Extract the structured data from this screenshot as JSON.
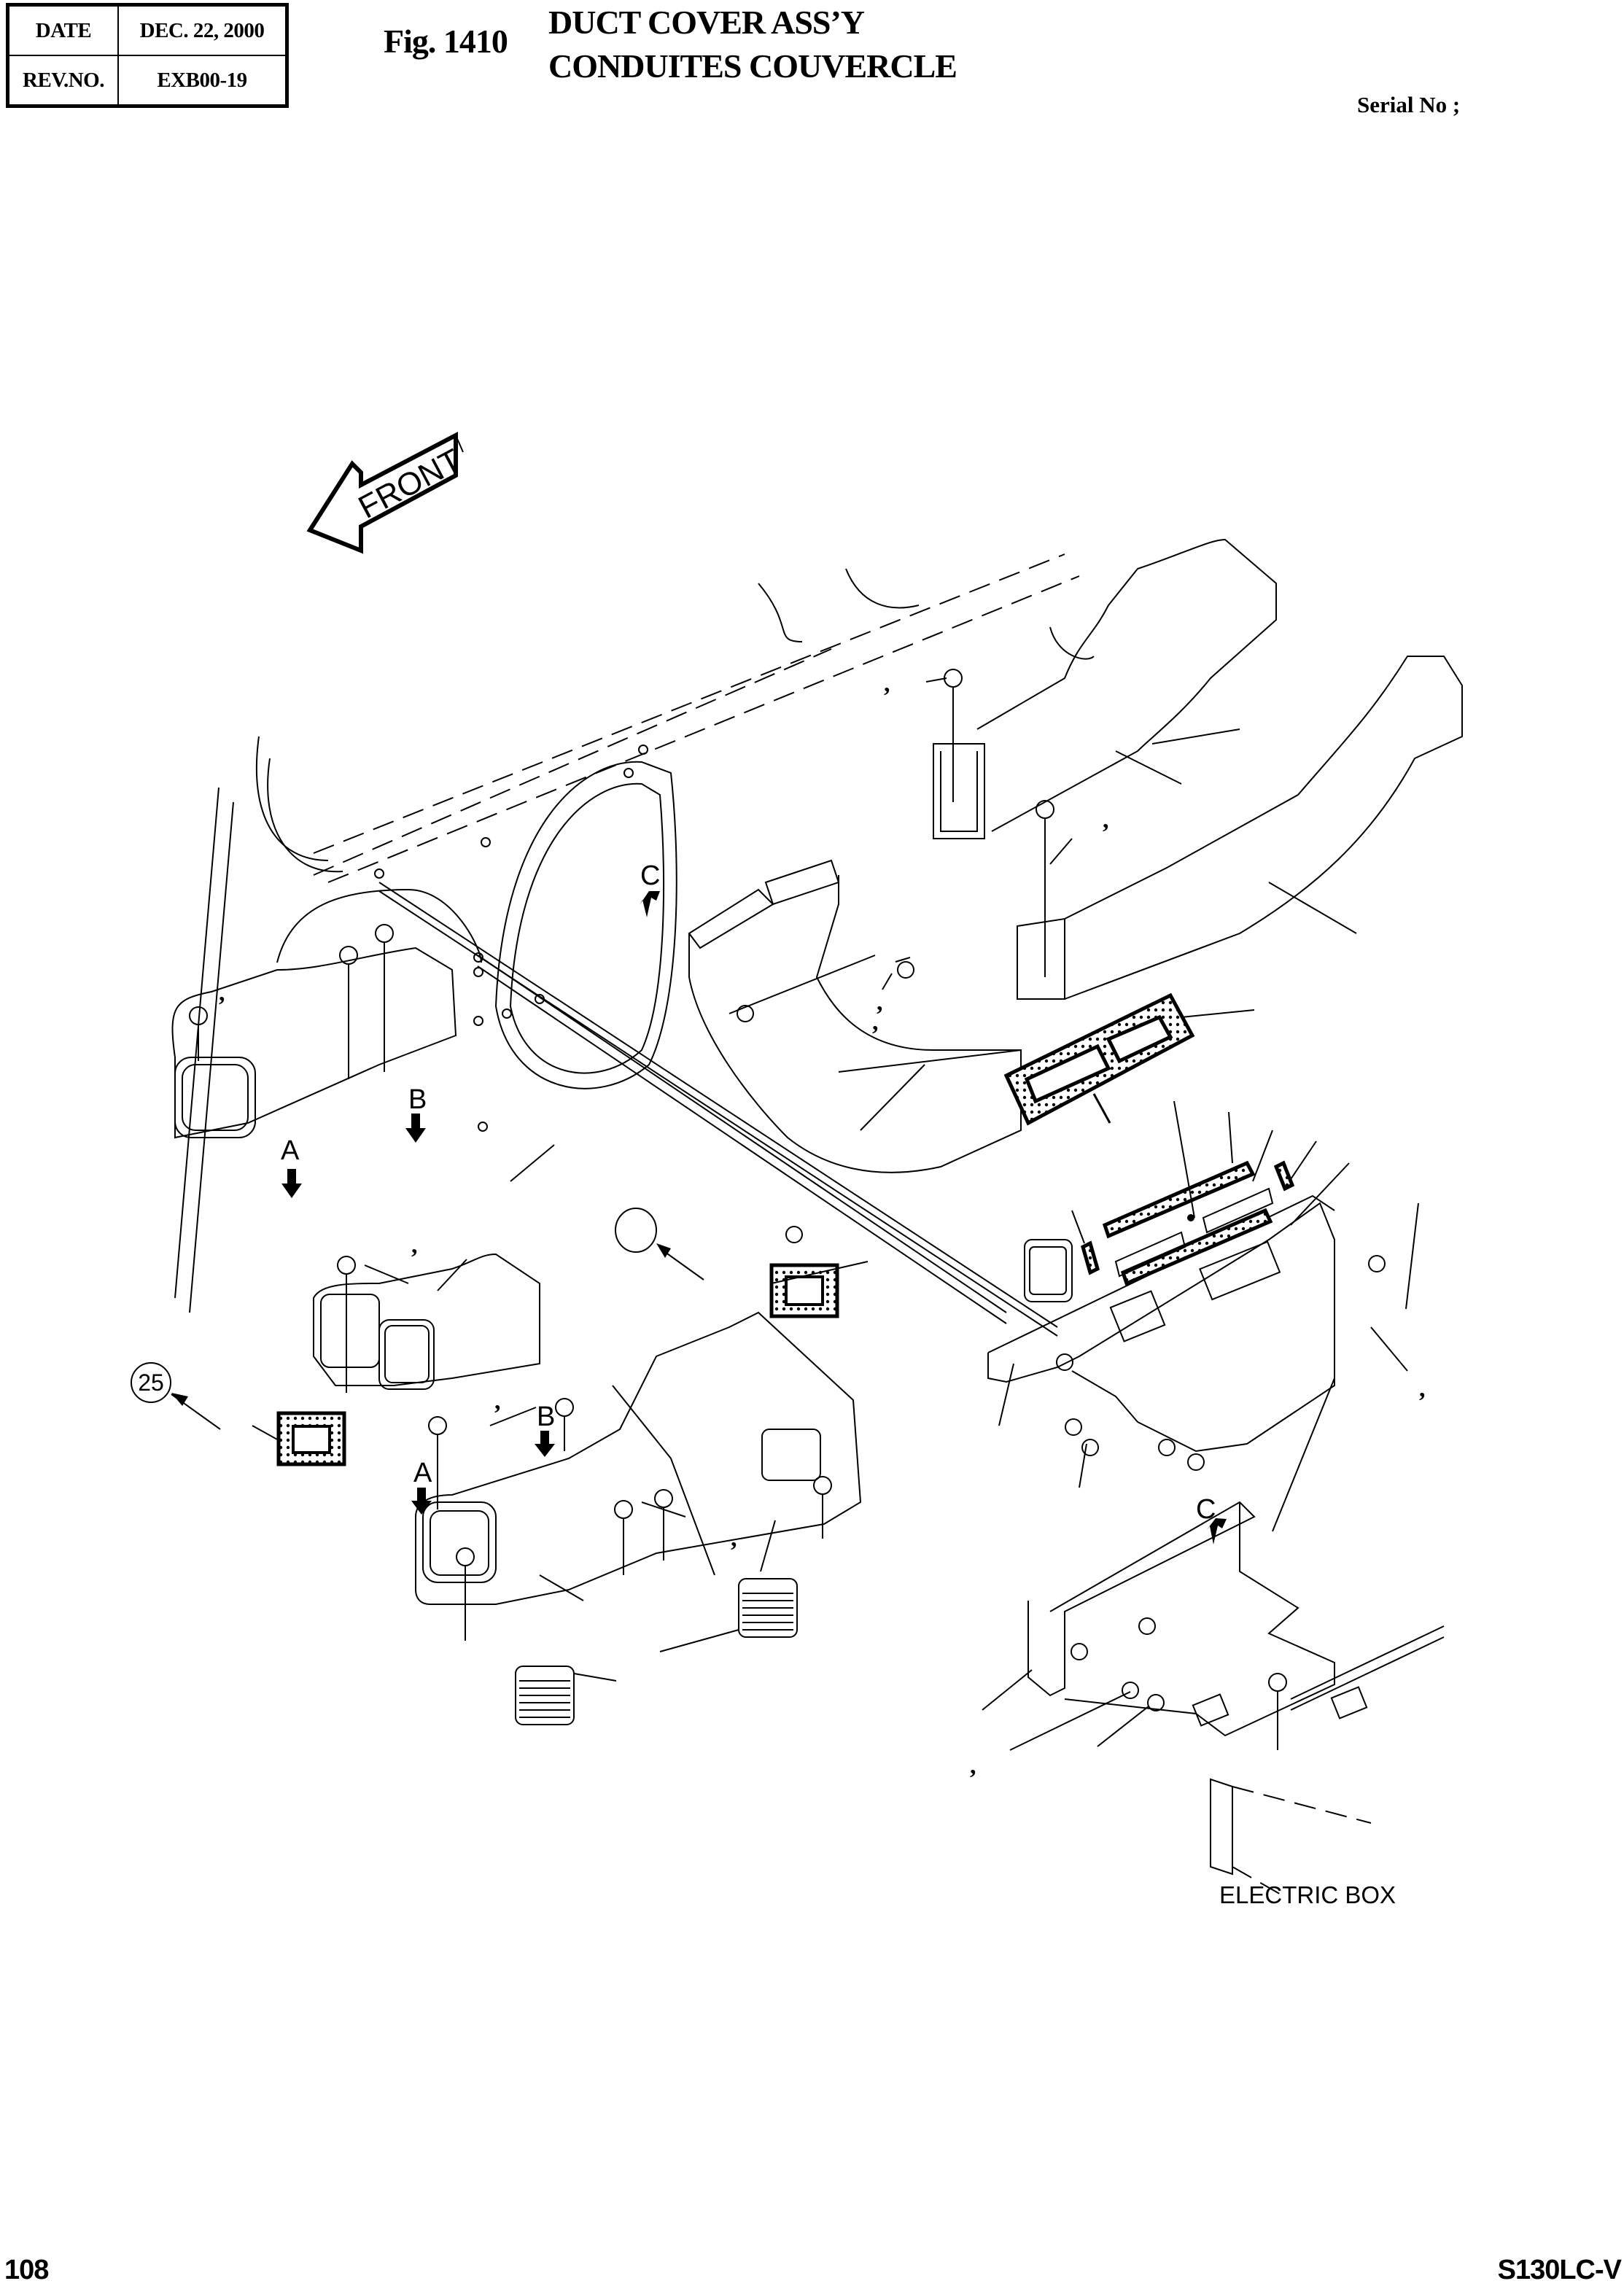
{
  "header": {
    "date_label": "DATE",
    "date_value": "DEC. 22, 2000",
    "rev_label": "REV.NO.",
    "rev_value": "EXB00-19",
    "figure_number": "Fig. 1410",
    "title_en": "DUCT COVER ASS’Y",
    "title_fr": "CONDUITES COUVERCLE",
    "serial_label": "Serial No ;"
  },
  "drawing": {
    "direction_arrow": {
      "icon": "front-arrow-icon",
      "label": "FRONT"
    },
    "callout_circle": {
      "number": "25"
    },
    "view_markers": [
      {
        "letter": "A"
      },
      {
        "letter": "B"
      },
      {
        "letter": "C"
      },
      {
        "letter": "A"
      },
      {
        "letter": "B"
      },
      {
        "letter": "C"
      }
    ],
    "part_name_labels": [
      {
        "text": "ELECTRIC BOX"
      }
    ],
    "comma_marks": [
      ",",
      ",",
      ",",
      ",",
      ",",
      ",",
      ",",
      ",",
      ",",
      ","
    ]
  },
  "footer": {
    "page_number": "108",
    "model": "S130LC-V"
  }
}
